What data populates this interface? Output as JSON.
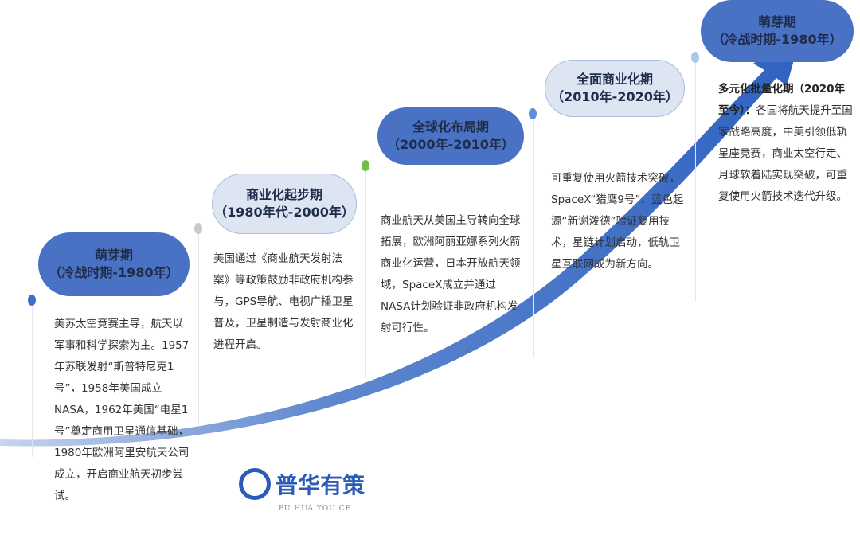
{
  "colors": {
    "accent": "#4a72c4",
    "light": "#dde5f3",
    "arrow": "#3f6fc6"
  },
  "stages": [
    {
      "title": "萌芽期",
      "period": "（冷战时期-1980年）",
      "style": "dark",
      "dot_color": "#3f6fc6",
      "text": "美苏太空竞赛主导，航天以军事和科学探索为主。1957年苏联发射“斯普特尼克1号”，1958年美国成立NASA，1962年美国“电星1号”奠定商用卫星通信基础，1980年欧洲阿里安航天公司成立，开启商业航天初步尝试。"
    },
    {
      "title": "商业化起步期",
      "period": "（1980年代-2000年）",
      "style": "light",
      "dot_color": "#c9c9c9",
      "text": "美国通过《商业航天发射法案》等政策鼓励非政府机构参与，GPS导航、电视广播卫星普及，卫星制造与发射商业化进程开启。"
    },
    {
      "title": "全球化布局期",
      "period": "（2000年-2010年）",
      "style": "dark",
      "dot_color": "#6cbf4a",
      "text": "商业航天从美国主导转向全球拓展，欧洲阿丽亚娜系列火箭商业化运营，日本开放航天领域，SpaceX成立并通过NASA计划验证非政府机构发射可行性。"
    },
    {
      "title": "全面商业化期",
      "period": "（2010年-2020年）",
      "style": "light",
      "dot_color": "#5b8fd6",
      "text": "可重复使用火箭技术突破，SpaceX“猎鹰9号”、蓝色起源“新谢泼德”验证复用技术，星链计划启动，低轨卫星互联网成为新方向。"
    },
    {
      "title": "萌芽期",
      "period": "（冷战时期-1980年）",
      "style": "dark",
      "dot_color": "#a8c8e8",
      "text_bold": "多元化批量化期（2020年至今）：",
      "text": "各国将航天提升至国家战略高度，中美引领低轨星座竞赛，商业太空行走、月球软着陆实现突破，可重复使用火箭技术迭代升级。"
    }
  ],
  "watermark": {
    "name": "普华有策",
    "sub": "PU HUA YOU CE"
  }
}
